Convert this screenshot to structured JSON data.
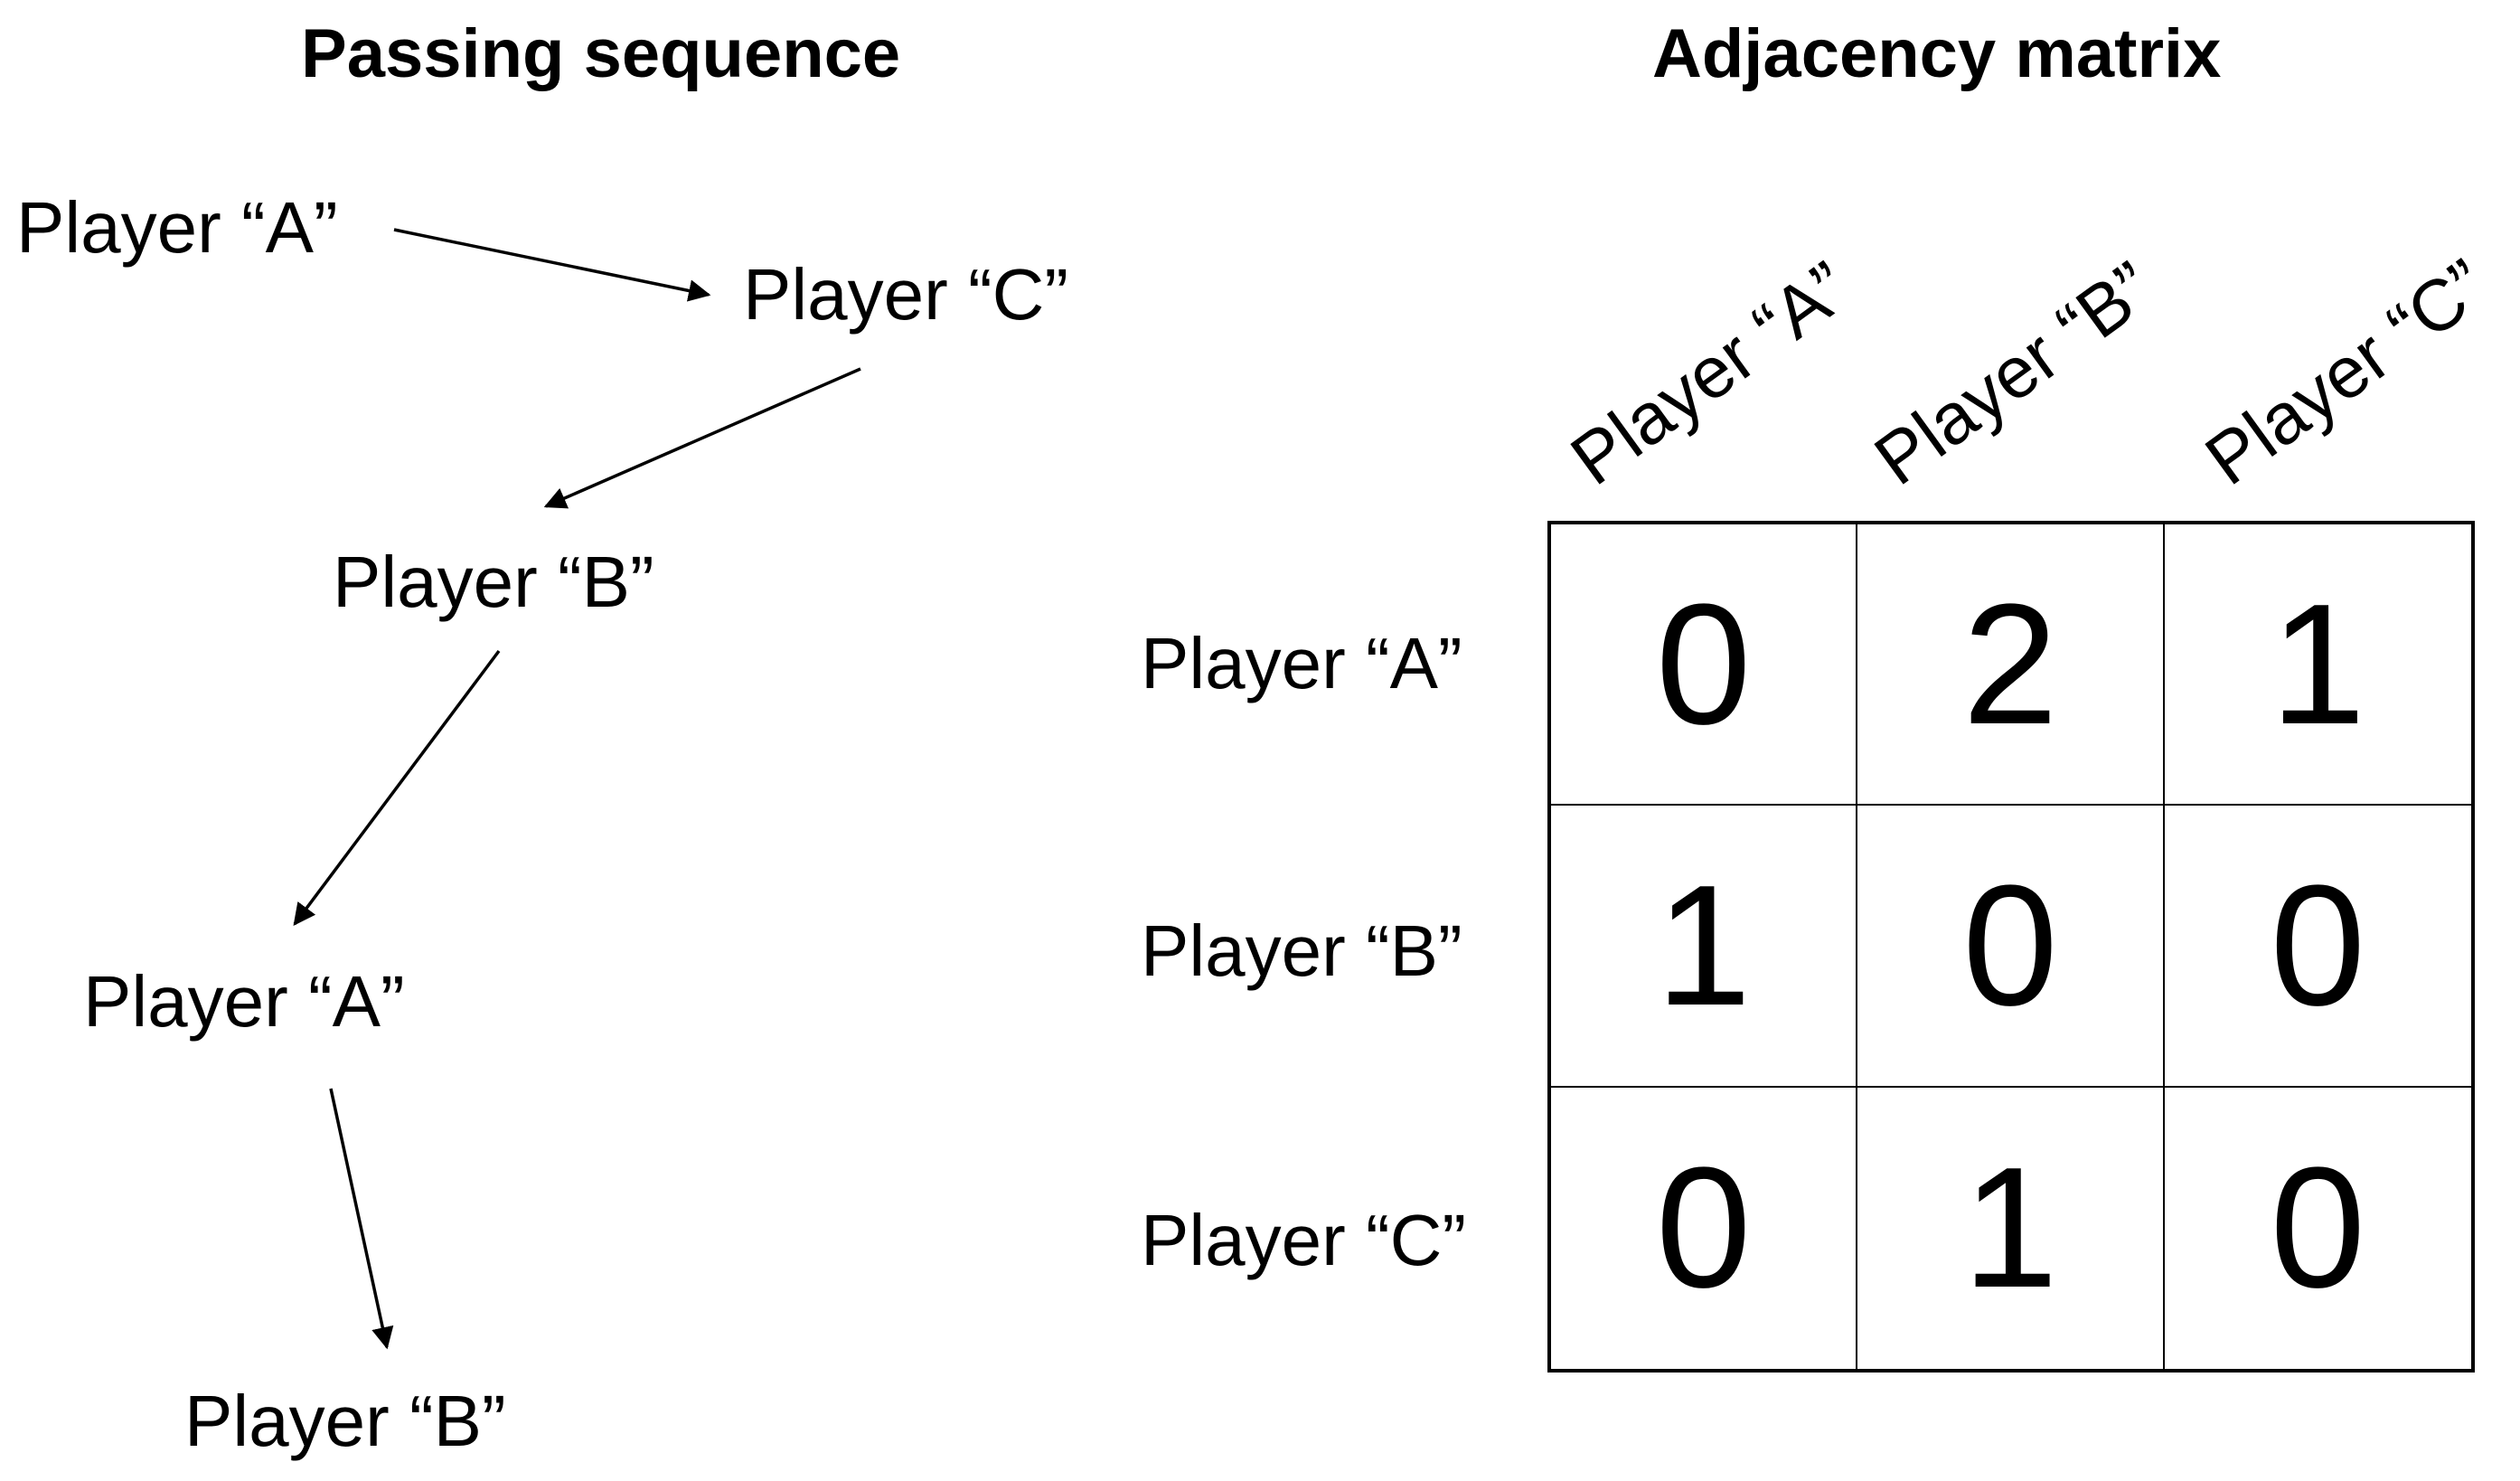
{
  "passing_sequence": {
    "title": "Passing sequence",
    "nodes": [
      {
        "label": "Player “A”"
      },
      {
        "label": "Player “C”"
      },
      {
        "label": "Player “B”"
      },
      {
        "label": "Player “A”"
      },
      {
        "label": "Player “B”"
      }
    ]
  },
  "adjacency_matrix": {
    "title": "Adjacency matrix",
    "column_labels": [
      "Player “A”",
      "Player “B”",
      "Player “C”"
    ],
    "row_labels": [
      "Player “A”",
      "Player “B”",
      "Player “C”"
    ],
    "values": [
      [
        "0",
        "2",
        "1"
      ],
      [
        "1",
        "0",
        "0"
      ],
      [
        "0",
        "1",
        "0"
      ]
    ]
  }
}
